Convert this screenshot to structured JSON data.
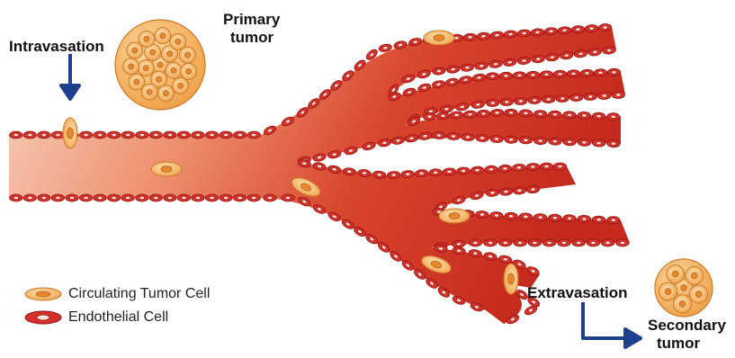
{
  "labels": {
    "intravasation": "Intravasation",
    "primary_tumor_line1": "Primary",
    "primary_tumor_line2": "tumor",
    "extravasation": "Extravasation",
    "secondary_tumor_line1": "Secondary",
    "secondary_tumor_line2": "tumor"
  },
  "legend": {
    "ctc_label": "Circulating Tumor Cell",
    "endothelial_label": "Endothelial Cell"
  },
  "colors": {
    "vessel_dark": "#c8201c",
    "vessel_light": "#f7cdb8",
    "endothelial": "#d6302a",
    "tumor_cell": "#f4b25a",
    "tumor_nucleus": "#e8862e",
    "arrow": "#1f3f8f"
  }
}
